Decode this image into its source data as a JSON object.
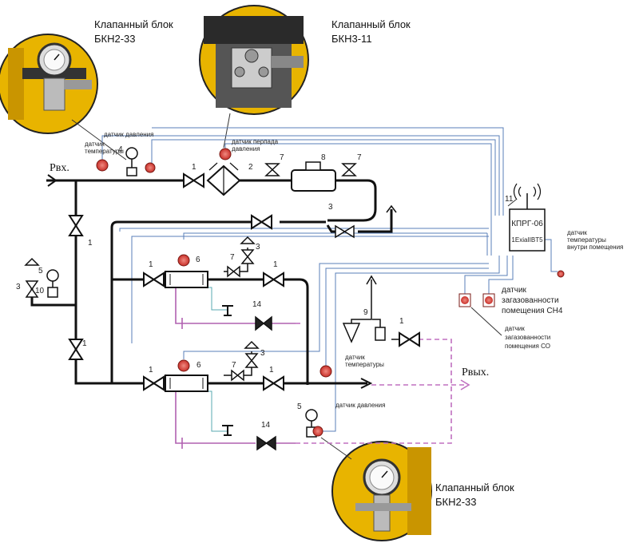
{
  "callouts": {
    "top_left": {
      "line1": "Клапанный блок",
      "line2": "БКН2-33"
    },
    "top_mid": {
      "line1": "Клапанный блок",
      "line2": "БКН3-11"
    },
    "bottom": {
      "line1": "Клапанный блок",
      "line2": "БКН2-33"
    }
  },
  "labels": {
    "sensor_temp_top": [
      "датчик",
      "температуры"
    ],
    "sensor_pressure_top": "датчик давления",
    "sensor_diff_pressure": [
      "датчик перпада",
      "давления"
    ],
    "sensor_temp_mid": [
      "датчик",
      "температуры"
    ],
    "sensor_pressure_bottom": "датчик давления",
    "room_temp": [
      "датчик",
      "температуры",
      "внутри помещения"
    ],
    "gas_ch4": [
      "датчик",
      "загазованности",
      "помещения СН4"
    ],
    "gas_co": [
      "датчик",
      "загазованности",
      "помещения СО"
    ],
    "inlet": "Рвх.",
    "outlet": "Рвых.",
    "controller_name": "КПРГ-06",
    "controller_mark": "1ExiaIIBT5"
  },
  "numbers": {
    "n1": "1",
    "n2": "2",
    "n3": "3",
    "n4": "4",
    "n5": "5",
    "n6": "6",
    "n7": "7",
    "n8": "8",
    "n9": "9",
    "n10": "10",
    "n11": "11",
    "n14": "14"
  },
  "colors": {
    "pipe": "#111111",
    "signal": "#5a7fb8",
    "heat_line": "#b060b0",
    "sensor_red": "#d9443a",
    "equipment_yellow": "#e8b400"
  }
}
